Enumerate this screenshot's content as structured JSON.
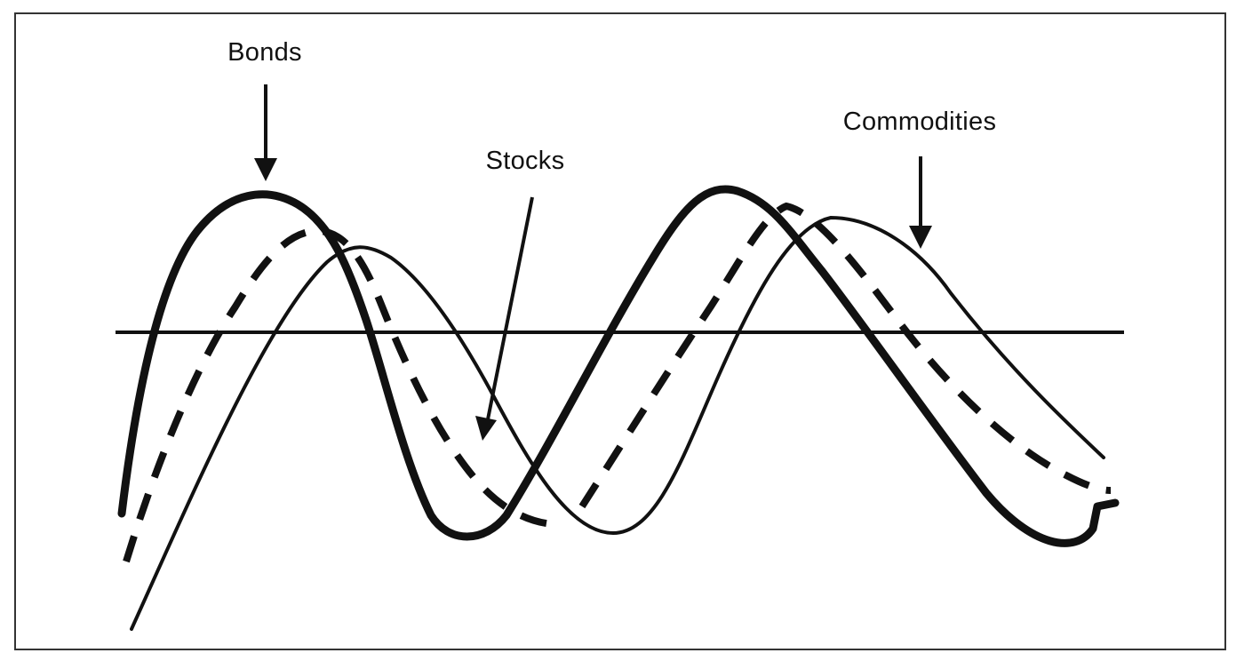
{
  "labels": {
    "bonds": "Bonds",
    "stocks": "Stocks",
    "commodities": "Commodities"
  },
  "colors": {
    "ink": "#111111",
    "frame": "#333333",
    "background": "#ffffff"
  },
  "series": [
    {
      "key": "bonds",
      "style": "thick-solid"
    },
    {
      "key": "stocks",
      "style": "dashed"
    },
    {
      "key": "commodities",
      "style": "thin-solid"
    }
  ]
}
